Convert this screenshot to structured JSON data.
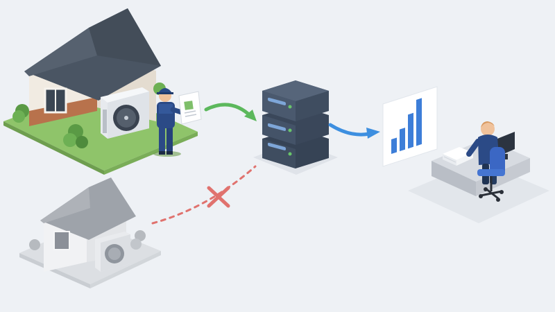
{
  "diagram": {
    "nodes": [
      {
        "id": "house-with-heat-pump",
        "icon": "house-icon",
        "state": "active"
      },
      {
        "id": "technician",
        "icon": "technician-icon",
        "holds": "checklist-icon"
      },
      {
        "id": "server",
        "icon": "server-icon",
        "status_lights": "green"
      },
      {
        "id": "analytics-chart",
        "icon": "bar-chart-icon",
        "bar_levels": [
          0.3,
          0.45,
          0.7,
          0.95
        ]
      },
      {
        "id": "analyst-at-desk",
        "icon": "person-at-computer-icon"
      },
      {
        "id": "house-without-connection",
        "icon": "house-icon",
        "state": "greyed-out"
      }
    ],
    "edges": [
      {
        "from": "technician",
        "to": "server",
        "style": "solid",
        "color": "#5cb85c",
        "status": "connected"
      },
      {
        "from": "server",
        "to": "analytics-chart",
        "style": "solid",
        "color": "#3d8fe0",
        "status": "connected"
      },
      {
        "from": "house-without-connection",
        "to": "server",
        "style": "dashed",
        "color": "#e0726e",
        "status": "blocked",
        "marker": "x-mark-icon"
      }
    ],
    "colors": {
      "background": "#eef1f5",
      "grass": "#8fc46a",
      "roof": "#4a5563",
      "server": "#3f4d60",
      "accent_green": "#5cb85c",
      "accent_blue": "#3d8fe0",
      "blocked_red": "#e0726e",
      "chart_bar": "#3d7ed8",
      "worker_uniform": "#2b4a86"
    }
  }
}
